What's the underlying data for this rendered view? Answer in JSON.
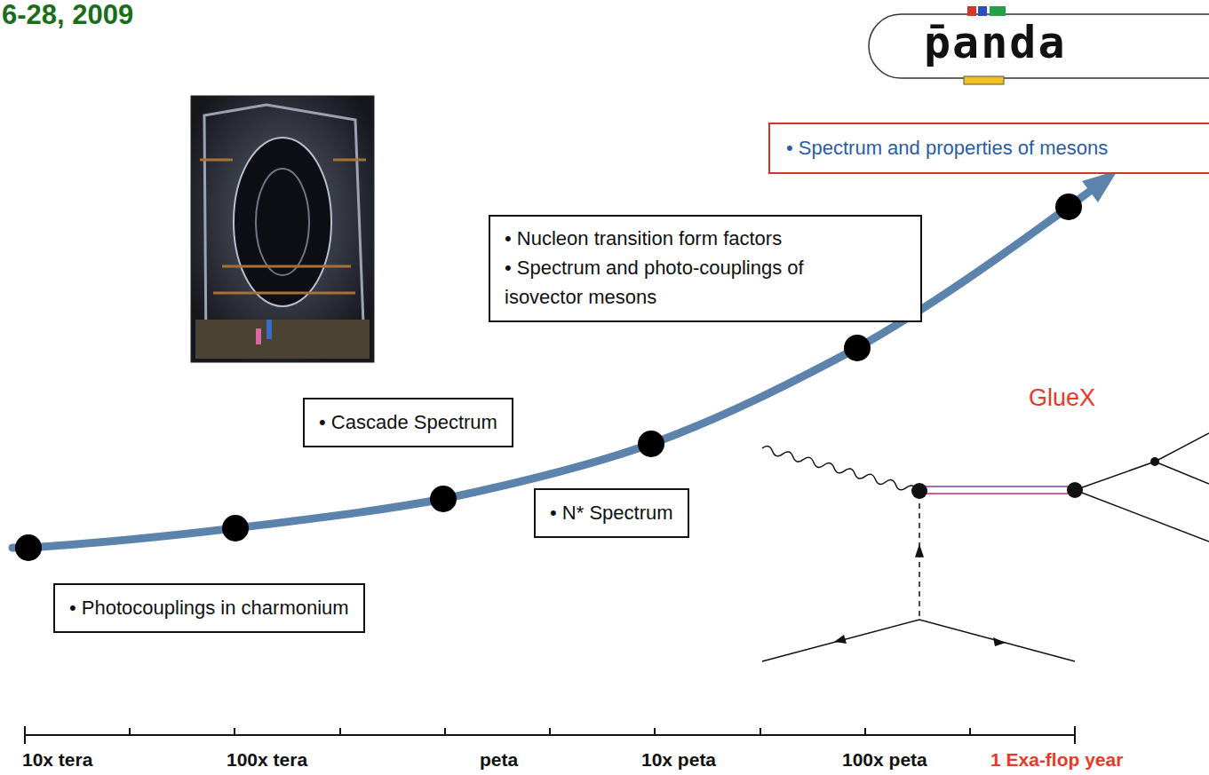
{
  "diagram": {
    "nodes": [
      {
        "text": [
          "• Spectrum and properties of mesons"
        ]
      },
      {
        "text": [
          "• Nucleon transition form factors",
          "• Spectrum and photo-couplings of isovector mesons"
        ]
      },
      {
        "text": [
          "• Cascade Spectrum"
        ]
      },
      {
        "text": [
          "• N* Spectrum"
        ]
      },
      {
        "text": [
          "• Photocouplings in charmonium"
        ]
      }
    ],
    "edges": [],
    "labels": [
      "6-28, 2009",
      "p̄anda",
      "GlueX",
      "10x tera",
      "100x tera",
      "peta",
      "10x peta",
      "100x peta",
      "1 Exa-flop year"
    ]
  }
}
